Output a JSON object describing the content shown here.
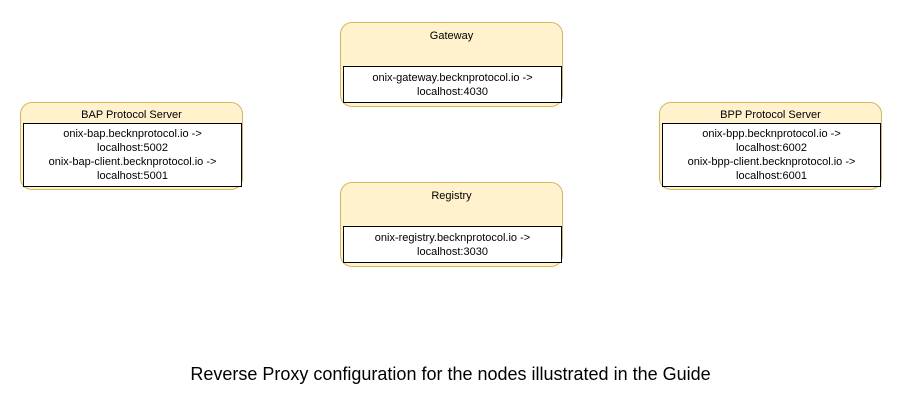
{
  "diagram": {
    "caption": "Reverse Proxy configuration for the nodes illustrated in the Guide",
    "colors": {
      "node_fill": "#fff2cc",
      "node_stroke": "#d6b656",
      "panel_fill": "#ffffff",
      "panel_stroke": "#000000",
      "text": "#000000",
      "background": "#ffffff"
    },
    "nodes": [
      {
        "id": "gateway",
        "title": "Gateway",
        "mappings": [
          {
            "line1": "onix-gateway.becknprotocol.io ->",
            "line2": "localhost:4030"
          }
        ],
        "lines": [
          "onix-gateway.becknprotocol.io ->",
          "localhost:4030"
        ]
      },
      {
        "id": "registry",
        "title": "Registry",
        "mappings": [
          {
            "line1": "onix-registry.becknprotocol.io ->",
            "line2": "localhost:3030"
          }
        ],
        "lines": [
          "onix-registry.becknprotocol.io ->",
          "localhost:3030"
        ]
      },
      {
        "id": "bap",
        "title": "BAP Protocol Server",
        "mappings": [
          {
            "line1": "onix-bap.becknprotocol.io ->",
            "line2": "localhost:5002"
          },
          {
            "line1": "onix-bap-client.becknprotocol.io ->",
            "line2": "localhost:5001"
          }
        ],
        "lines": [
          "onix-bap.becknprotocol.io ->",
          "localhost:5002",
          "onix-bap-client.becknprotocol.io ->",
          "localhost:5001"
        ]
      },
      {
        "id": "bpp",
        "title": "BPP Protocol Server",
        "mappings": [
          {
            "line1": "onix-bpp.becknprotocol.io ->",
            "line2": "localhost:6002"
          },
          {
            "line1": "onix-bpp-client.becknprotocol.io ->",
            "line2": "localhost:6001"
          }
        ],
        "lines": [
          "onix-bpp.becknprotocol.io ->",
          "localhost:6002",
          "onix-bpp-client.becknprotocol.io ->",
          "localhost:6001"
        ]
      }
    ]
  }
}
